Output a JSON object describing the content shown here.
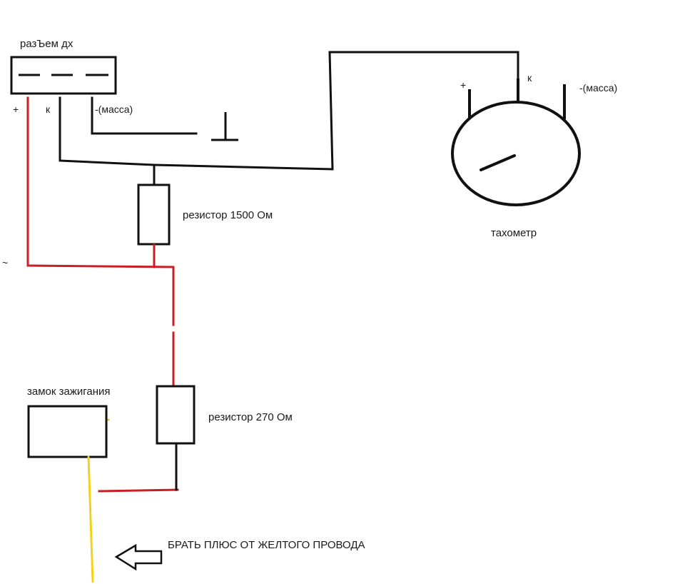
{
  "labels": {
    "connector_title": "разЪем дх",
    "connector_plus": "+",
    "connector_k": "к",
    "connector_mass": "-(масса)",
    "resistor1": "резистор 1500 Ом",
    "resistor2": "резистор 270 Ом",
    "tachometer": "тахометр",
    "tach_plus": "+",
    "tach_k": "к",
    "tach_mass": "-(масса)",
    "ignition": "замок зажигания",
    "instruction": "БРАТЬ ПЛЮС ОТ ЖЕЛТОГО ПРОВОДА",
    "stray_mark": "~"
  },
  "colors": {
    "signal_wire": "#111111",
    "power_wire": "#c81e24",
    "ignition_wire": "#f2d21a"
  },
  "icons": [
    "ground-symbol-icon",
    "left-arrow-icon",
    "gauge-needle-icon"
  ]
}
